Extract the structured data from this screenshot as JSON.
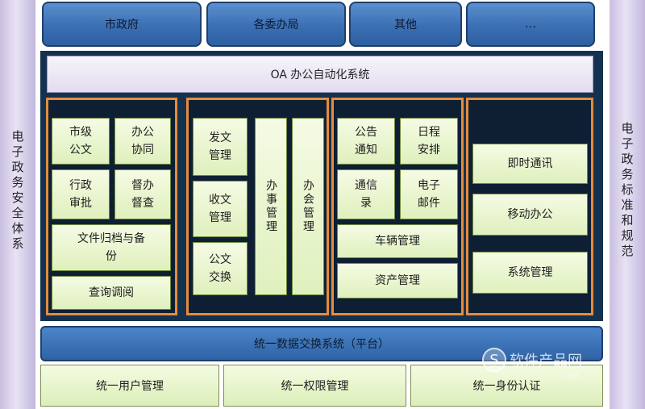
{
  "top_tabs": [
    "市政府",
    "各委办局",
    "其他",
    "…"
  ],
  "left_side": "电子政务安全体系",
  "right_side": "电子政务标准和规范",
  "oa_title": "OA 办公自动化系统",
  "group1": {
    "shiji_gongwen": "市级\n公文",
    "bangong_xietong": "办公\n协同",
    "xingzheng_shenpi": "行政\n审批",
    "duban_ducha": "督办\n督查",
    "wenjian_guidang": "文件归档与备\n份",
    "chaxun_tiaoyue": "查询调阅"
  },
  "group2": {
    "fawen": "发文\n管理",
    "shouwen": "收文\n管理",
    "gongwen_jiaohuan": "公文\n交换",
    "banshi": "办事管理",
    "banhui": "办会管理"
  },
  "group3": {
    "gonggao": "公告\n通知",
    "richeng": "日程\n安排",
    "tongxinlu": "通信\n录",
    "dianzi_youjian": "电子\n邮件",
    "cheliang": "车辆管理",
    "zichan": "资产管理"
  },
  "group4": {
    "jishi_tongxun": "即时通讯",
    "yidong_bangong": "移动办公",
    "xitong_guanli": "系统管理"
  },
  "platform": "统一数据交换系统（平台）",
  "bottom": [
    "统一用户管理",
    "统一权限管理",
    "统一身份认证"
  ],
  "watermark": {
    "logo": "S",
    "text": "软件产品网",
    "url": "···com"
  }
}
